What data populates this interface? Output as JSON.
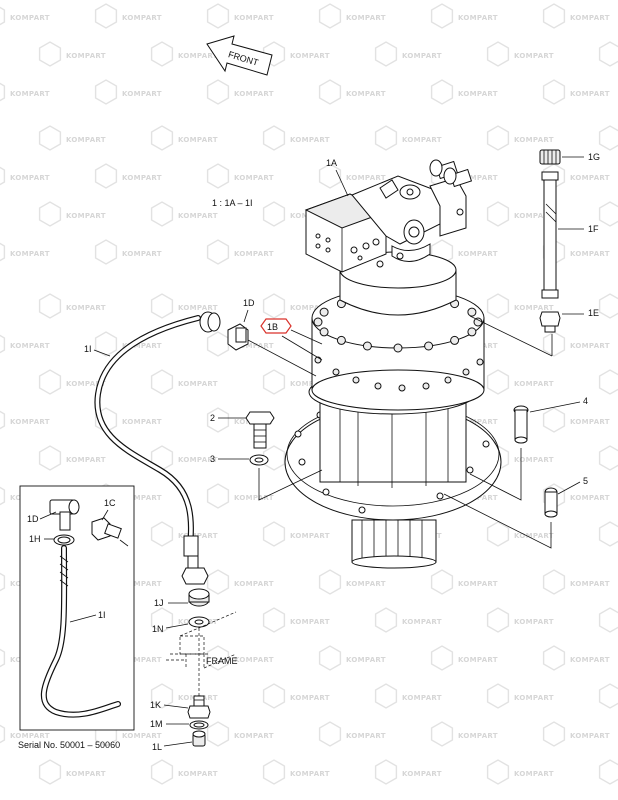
{
  "diagram": {
    "range_label": "1 : 1A – 1I",
    "front_label": "FRONT",
    "frame_label": "FRAME",
    "serial_label": "Serial No. 50001 – 50060",
    "watermark": "KOMPART",
    "callouts": {
      "c1A": "1A",
      "c1B": "1B",
      "c1D": "1D",
      "c1I": "1I",
      "c1G": "1G",
      "c1F": "1F",
      "c1E": "1E",
      "c2": "2",
      "c3": "3",
      "c4": "4",
      "c5": "5",
      "c1J": "1J",
      "c1N": "1N",
      "c1K": "1K",
      "c1M": "1M",
      "c1L": "1L",
      "inset1D": "1D",
      "inset1C": "1C",
      "inset1H": "1H",
      "inset1I": "1I"
    },
    "colors": {
      "highlight": "#d9322b",
      "ink": "#111111",
      "watermark": "#d6d6d6"
    }
  }
}
